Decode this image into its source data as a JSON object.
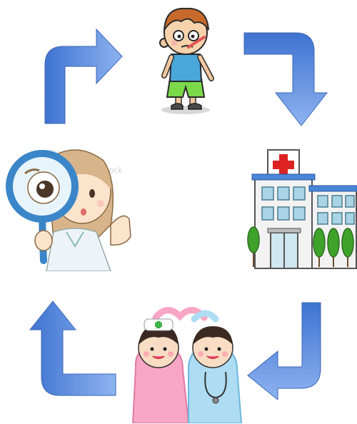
{
  "diagram": {
    "type": "cycle",
    "nodes": [
      {
        "id": "sick-boy",
        "icon": "sick-boy-with-thermometer-icon"
      },
      {
        "id": "hospital",
        "icon": "hospital-building-icon"
      },
      {
        "id": "nurses",
        "icon": "nurses-heart-pose-icon"
      },
      {
        "id": "checkup",
        "icon": "nurse-with-magnifying-glass-icon"
      }
    ],
    "arrows": [
      {
        "from": "checkup",
        "to": "sick-boy",
        "direction": "up-right"
      },
      {
        "from": "sick-boy",
        "to": "hospital",
        "direction": "right-down"
      },
      {
        "from": "hospital",
        "to": "nurses",
        "direction": "down-left"
      },
      {
        "from": "nurses",
        "to": "checkup",
        "direction": "left-up"
      }
    ],
    "arrow_color": "#5b8fe3",
    "watermark": "iStock"
  }
}
